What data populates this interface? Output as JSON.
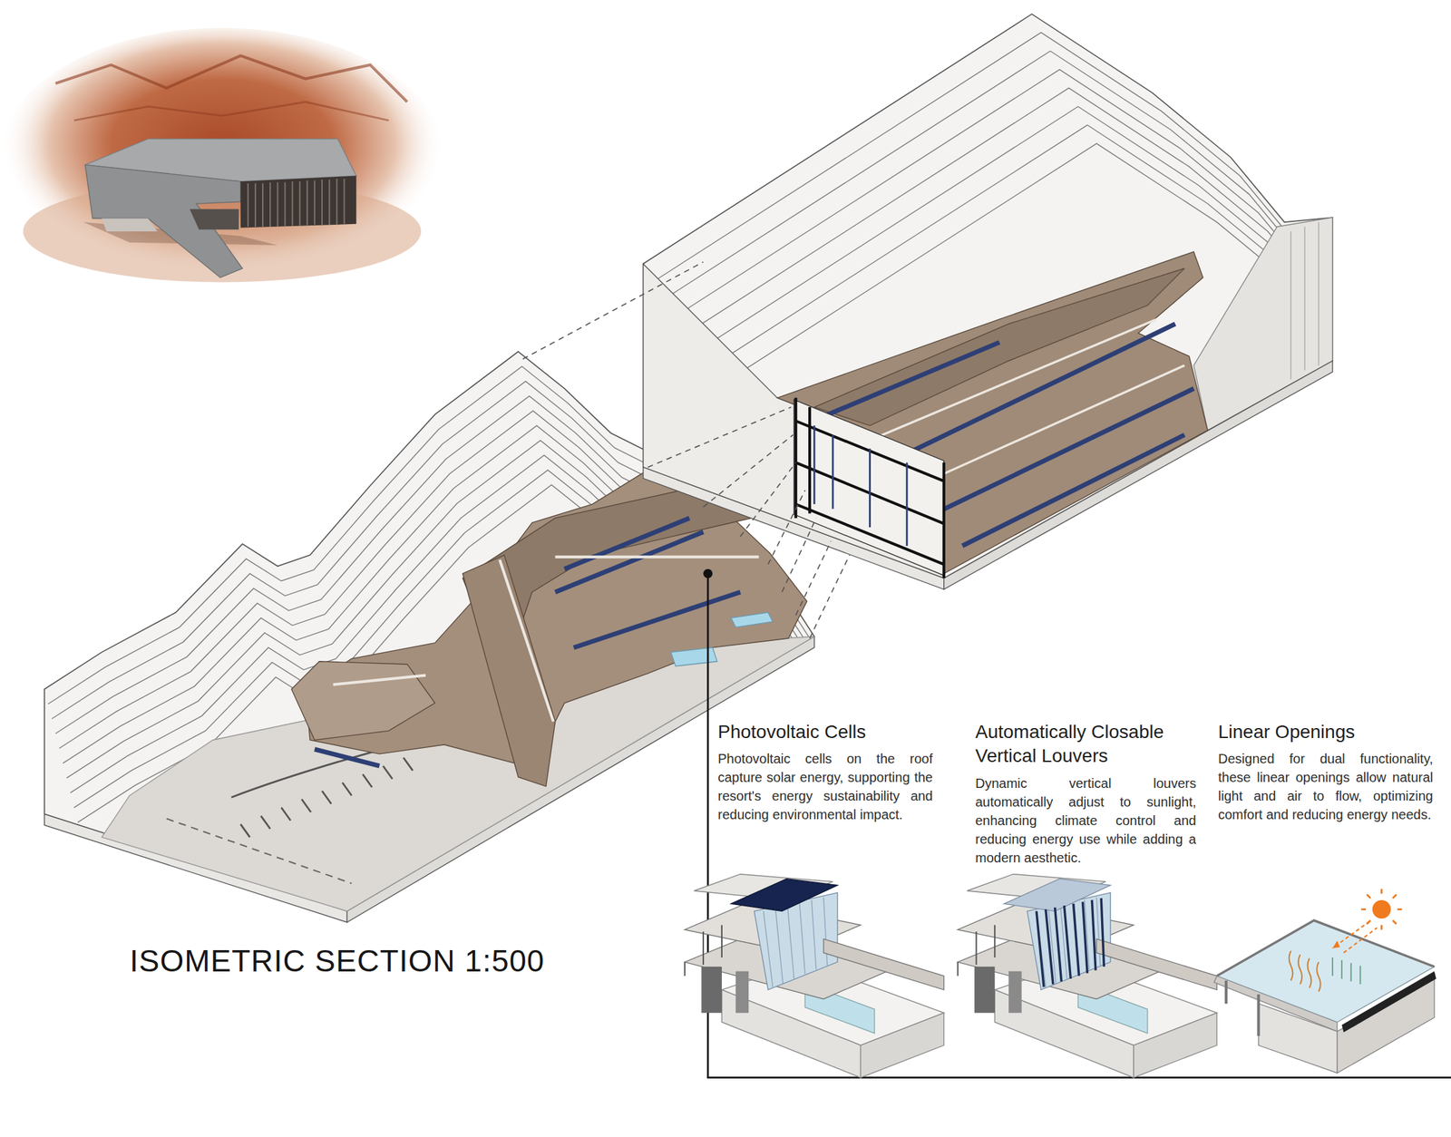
{
  "diagram": {
    "title": "ISOMETRIC SECTION 1:500",
    "nodes": [
      {
        "text": [
          "Photovoltaic Cells",
          "Photovoltaic cells on the roof capture solar energy, supporting the resort's energy sustainability and reducing environmental impact."
        ]
      },
      {
        "text": [
          "Automatically Closable Vertical Louvers",
          "Dynamic vertical louvers automatically adjust to sunlight, enhancing climate control and reducing energy use while adding a modern aesthetic."
        ]
      },
      {
        "text": [
          "Linear Openings",
          "Designed for dual functionality, these linear openings allow natural light and air to flow, optimizing comfort and reducing energy needs."
        ]
      }
    ]
  }
}
